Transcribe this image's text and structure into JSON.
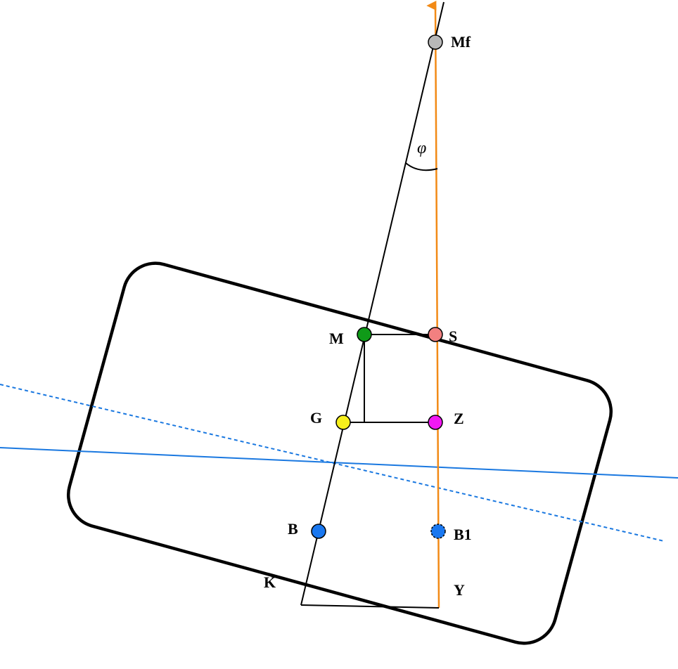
{
  "colors": {
    "background": "#ffffff",
    "outline": "#000000",
    "vertical_axis": "#f28a16",
    "water_line": "#1a78e0",
    "point_Mf": "#b8b8b8",
    "point_M": "#0f9a18",
    "point_S": "#f28080",
    "point_G": "#f7f01c",
    "point_Z": "#f218f2",
    "point_B": "#1a78f0",
    "point_B1": "#1a78f0"
  },
  "labels": {
    "Mf": "Mf",
    "M": "M",
    "S": "S",
    "G": "G",
    "Z": "Z",
    "B": "B",
    "B1": "B1",
    "K": "K",
    "Y": "Y",
    "angle": "φ"
  }
}
